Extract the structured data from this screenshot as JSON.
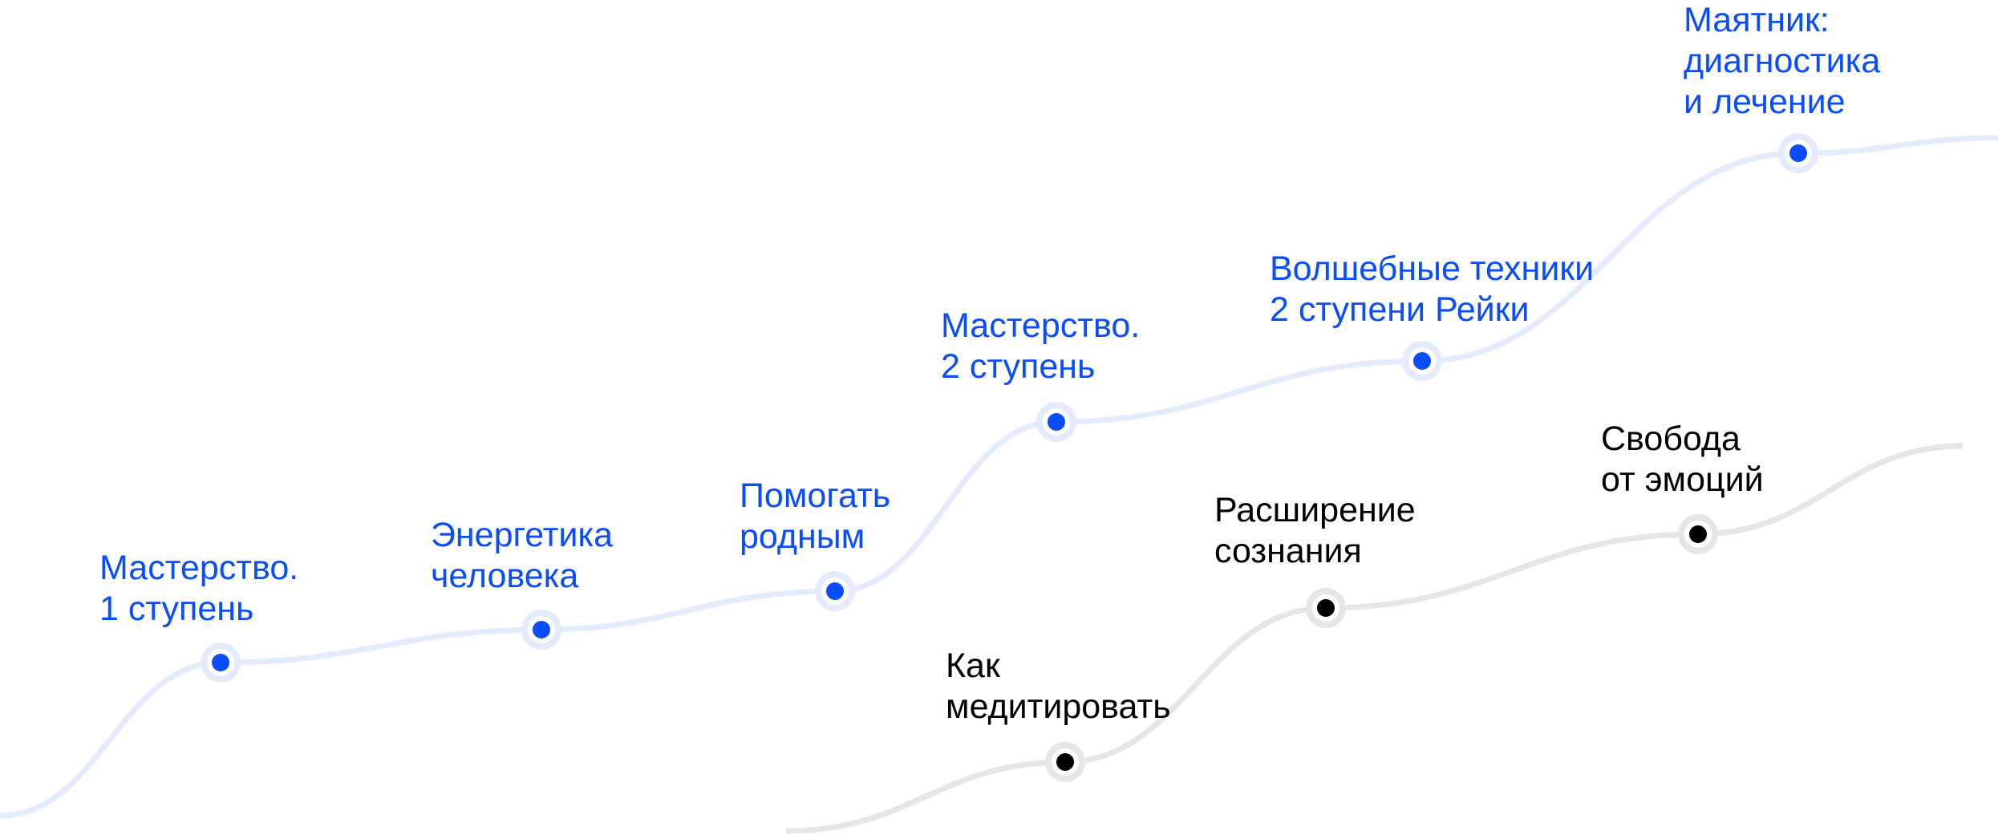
{
  "colors": {
    "accent": "#0a4dff",
    "accent_track": "#e3ebfd",
    "neutral": "#000000",
    "neutral_track": "#e6e6e6"
  },
  "blue_path": {
    "steps": [
      {
        "lines": [
          "Мастерство.",
          "1 ступень"
        ]
      },
      {
        "lines": [
          "Энергетика",
          "человека"
        ]
      },
      {
        "lines": [
          "Помогать",
          "родным"
        ]
      },
      {
        "lines": [
          "Мастерство.",
          "2 ступень"
        ]
      },
      {
        "lines": [
          "Волшебные техники",
          "2 ступени Рейки"
        ]
      },
      {
        "lines": [
          "Маятник:",
          "диагностика",
          "и лечение"
        ]
      }
    ]
  },
  "black_path": {
    "steps": [
      {
        "lines": [
          "Как",
          "медитировать"
        ]
      },
      {
        "lines": [
          "Расширение",
          "сознания"
        ]
      },
      {
        "lines": [
          "Свобода",
          "от эмоций"
        ]
      }
    ]
  }
}
